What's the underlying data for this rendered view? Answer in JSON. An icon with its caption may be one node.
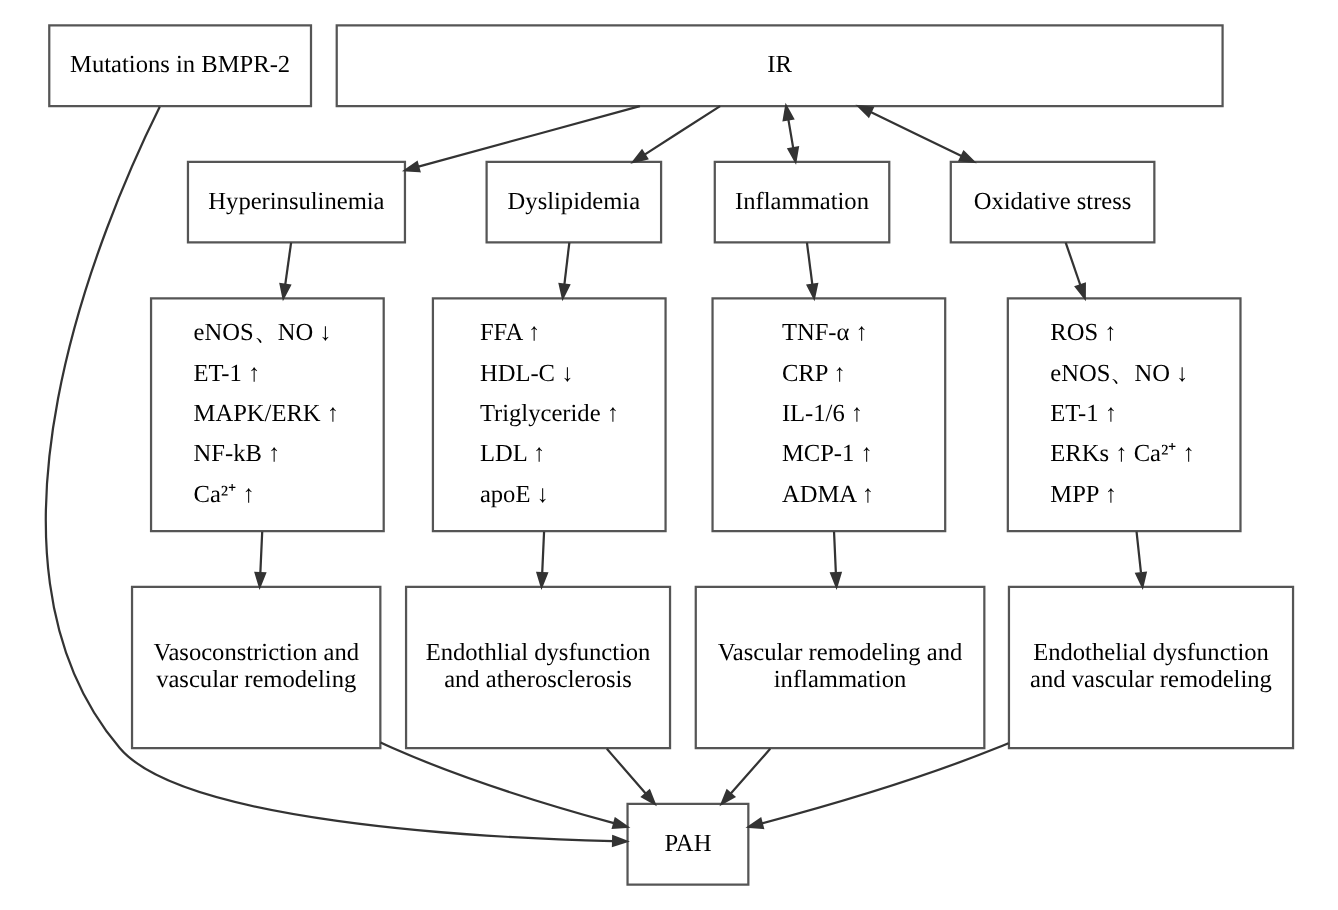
{
  "diagram": {
    "nodes": [
      {
        "text": [
          "Mutations in BMPR-2"
        ]
      },
      {
        "text": [
          "IR"
        ]
      },
      {
        "text": [
          "Hyperinsulinemia"
        ]
      },
      {
        "text": [
          "Dyslipidemia"
        ]
      },
      {
        "text": [
          "Inflammation"
        ]
      },
      {
        "text": [
          "Oxidative stress"
        ]
      },
      {
        "text": [
          "eNOS、NO ↓",
          "ET-1 ↑",
          "MAPK/ERK ↑",
          "NF-kB ↑",
          "Ca²⁺ ↑"
        ]
      },
      {
        "text": [
          "FFA ↑",
          "HDL-C ↓",
          "Triglyceride ↑",
          "LDL ↑",
          "apoE ↓"
        ]
      },
      {
        "text": [
          "TNF-α ↑",
          "CRP ↑",
          "IL-1/6 ↑",
          "MCP-1 ↑",
          "ADMA ↑"
        ]
      },
      {
        "text": [
          "ROS ↑",
          "eNOS、NO ↓",
          "ET-1 ↑",
          "ERKs ↑ Ca²⁺ ↑",
          "MPP ↑"
        ]
      },
      {
        "text": [
          "Vasoconstriction and vascular remodeling"
        ]
      },
      {
        "text": [
          "Endothlial dysfunction and atherosclerosis"
        ]
      },
      {
        "text": [
          "Vascular remodeling and inflammation"
        ]
      },
      {
        "text": [
          "Endothelial dysfunction and vascular remodeling"
        ]
      },
      {
        "text": [
          "PAH"
        ]
      }
    ],
    "edges": [
      {
        "from": 1,
        "to": 2,
        "arrow": "to"
      },
      {
        "from": 1,
        "to": 3,
        "arrow": "to"
      },
      {
        "from": 1,
        "to": 4,
        "arrow": "both"
      },
      {
        "from": 1,
        "to": 5,
        "arrow": "both"
      },
      {
        "from": 2,
        "to": 6,
        "arrow": "to"
      },
      {
        "from": 3,
        "to": 7,
        "arrow": "to"
      },
      {
        "from": 4,
        "to": 8,
        "arrow": "to"
      },
      {
        "from": 5,
        "to": 9,
        "arrow": "to"
      },
      {
        "from": 6,
        "to": 10,
        "arrow": "to"
      },
      {
        "from": 7,
        "to": 11,
        "arrow": "to"
      },
      {
        "from": 8,
        "to": 12,
        "arrow": "to"
      },
      {
        "from": 9,
        "to": 13,
        "arrow": "to"
      },
      {
        "from": 10,
        "to": 14,
        "arrow": "to"
      },
      {
        "from": 11,
        "to": 14,
        "arrow": "to"
      },
      {
        "from": 12,
        "to": 14,
        "arrow": "to"
      },
      {
        "from": 13,
        "to": 14,
        "arrow": "to"
      },
      {
        "from": 0,
        "to": 14,
        "arrow": "to"
      }
    ]
  }
}
